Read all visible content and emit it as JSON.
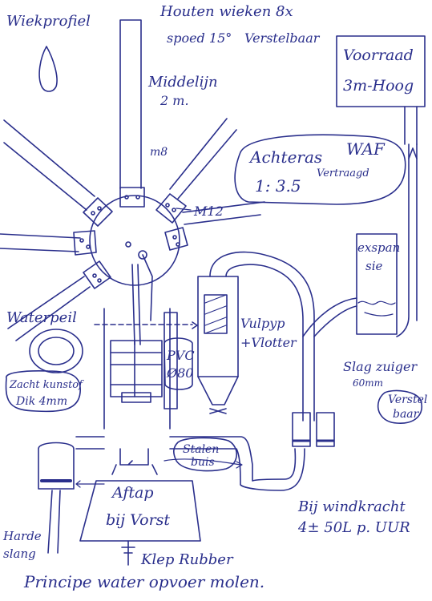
{
  "labels": {
    "wiekprofiel": "Wiekprofiel",
    "houten_wieken": "Houten wieken 8x",
    "spoed": "spoed 15°",
    "verstelbaar_top": "Verstelbaar",
    "middellijn": "Middelijn",
    "middellijn_value": "2 m.",
    "m8": "m8",
    "m12": "M12",
    "voorraad_line1": "Voorraad",
    "voorraad_line2": "3m-Hoog",
    "achteras_line1": "Achteras",
    "achteras_waf": "WAF",
    "achteras_ratio": "1: 3.5",
    "vertraagd": "Vertraagd",
    "expansie_line1": "exspan",
    "expansie_line2": "sie",
    "waterpeil": "Waterpeil",
    "vulpijp_line1": "Vulpyp",
    "vulpijp_line2": "+Vlotter",
    "pvc": "PVC",
    "pvc_size": "Ø80",
    "zacht_kunststof_line1": "Zacht kunstof",
    "zacht_kunststof_line2": "Dik 4mm",
    "slag_zuiger": "Slag zuiger",
    "slag_value": "60mm",
    "verstelbaar_bottom_line1": "Verstel",
    "verstelbaar_bottom_line2": "baar",
    "stalen_buis_line1": "Stalen",
    "stalen_buis_line2": "buis",
    "aftap_line1": "Aftap",
    "aftap_line2": "bij Vorst",
    "harde_slang_line1": "Harde",
    "harde_slang_line2": "slang",
    "windkracht_line1": "Bij windkracht",
    "windkracht_line2": "4± 50L p. UUR",
    "klep_rubber": "Klep Rubber",
    "title": "Principe water opvoer molen."
  }
}
